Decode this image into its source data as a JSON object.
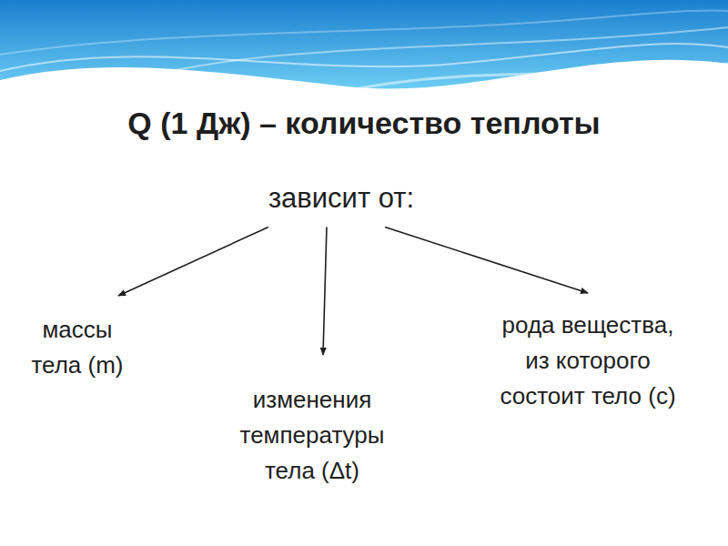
{
  "diagram": {
    "title": "Q (1 Дж) – количество теплоты",
    "nodes": [
      {
        "text": [
          "зависит от:"
        ]
      },
      {
        "text": [
          "массы тела (m)"
        ]
      },
      {
        "text": [
          "изменения температуры тела (Δt)"
        ]
      },
      {
        "text": [
          "рода вещества, из которого состоит тело (c)"
        ]
      }
    ],
    "edges": [
      {
        "from": 0,
        "to": 1,
        "arrow": "to"
      },
      {
        "from": 0,
        "to": 2,
        "arrow": "to"
      },
      {
        "from": 0,
        "to": 3,
        "arrow": "to"
      }
    ]
  }
}
